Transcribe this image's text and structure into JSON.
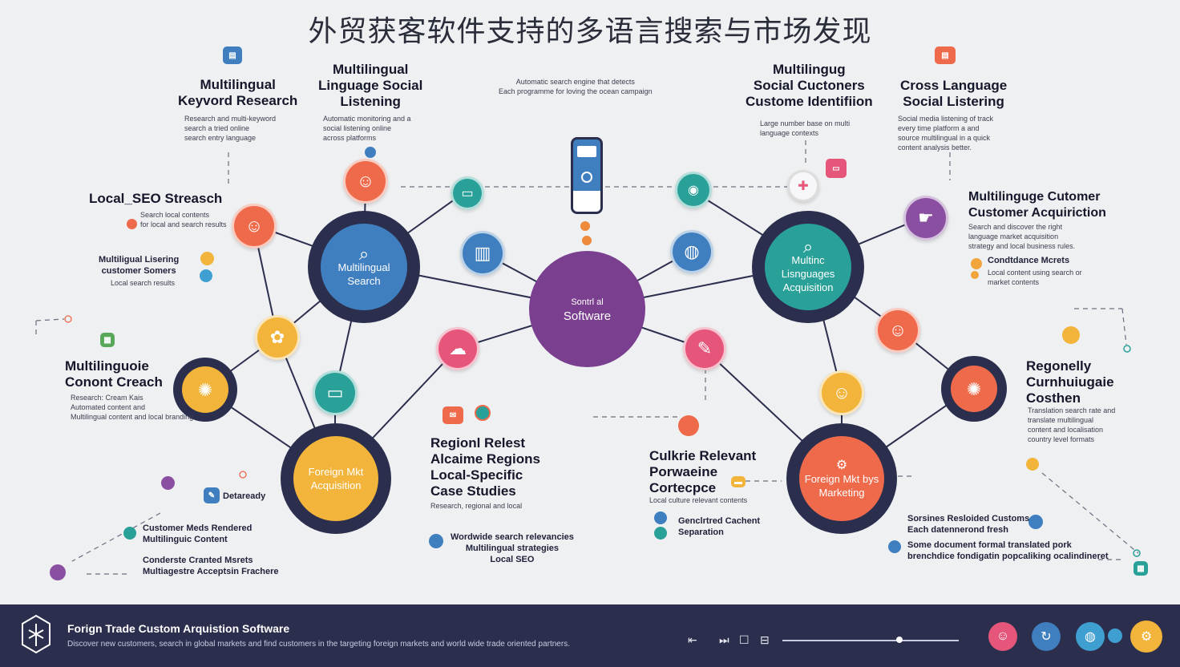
{
  "title": "外贸获客软件支持的多语言搜索与市场发现",
  "center": {
    "label": "Software",
    "sub": "Sontrl al"
  },
  "hubs": {
    "search": {
      "label": "Multilingual",
      "sub": "Search"
    },
    "acq": {
      "label": "Multinc Lisnguages",
      "sub": "Acquisition"
    },
    "foreign": {
      "label": "Foreign Mkt",
      "sub": "Acquisition"
    },
    "fragm": {
      "label": "Foreign Mkt bys",
      "sub": "Marketing"
    }
  },
  "sections": {
    "keyword": {
      "heading": "Multilingual\nKeyvord Research",
      "desc": "Research and multi-keyword\nsearch a tried online\nsearch entry language"
    },
    "lang_social": {
      "heading": "Multilingual\nLinguage Social\nListening",
      "desc": "Automatic monitoring and a\nsocial listening online\nacross platforms"
    },
    "top_desc": {
      "desc": "Automatic search engine that detects\nEach programme for loving the ocean campaign"
    },
    "social_cust": {
      "heading": "Multilingug\nSocial Cuctoners\nCustome Identifiion",
      "desc": "Large number base on multi\nlanguage contexts"
    },
    "cross": {
      "heading": "Cross Language\nSocial Listering",
      "desc": "Social media listening of track\nevery time platform a and\nsource multilingual in a quick\ncontent analysis better."
    },
    "local_seo": {
      "heading": "Local_SEO Streasch",
      "desc": "Search local contents\nfor local and search results"
    },
    "mlisten": {
      "heading": "Multiligual Lisering\ncustomer Somers",
      "desc": "Local search results"
    },
    "cust_acq": {
      "heading": "Multilinguge Cutomer\nCustomer Acquiriction",
      "desc": "Search and discover the right\nlanguage market acquisition\nstrategy and local business rules."
    },
    "cond": {
      "heading": "Condtdance Mcrets",
      "desc": "Local content using search or\nmarket contents"
    },
    "content": {
      "heading": "Multilinguoie\nConont Creach",
      "desc": "Research: Cream Kais\nAutomated content and\nMultilingual content and local branding"
    },
    "regional": {
      "heading": "Regionl Relest\nAlcaime Regions\nLocal-Specific\nCase Studies",
      "desc": "Research, regional and local"
    },
    "seo": {
      "heading": "Wordwide search relevancies\nMultilingual strategies\nLocal SEO",
      "desc": ""
    },
    "cultural": {
      "heading": "Culkrie Relevant\nPorwaeine\nCortecpce",
      "desc": "Local culture relevant contents"
    },
    "gen": {
      "heading": "Genclrtred Cachent\nSeparation",
      "desc": ""
    },
    "regionally": {
      "heading": "Regonelly\nCurnhuiugaie\nCosthen",
      "desc": "Translation search rate and\ntranslate multilingual\ncontent and localisation\ncountry level formats"
    },
    "bottom_left1": {
      "heading": "Customer Meds Rendered\nMultilinguic Content",
      "desc": ""
    },
    "bottom_left2": {
      "heading": "Conderste Cranted Msrets\nMultiagestre Acceptsin Frachere",
      "desc": ""
    },
    "bottom_right1": {
      "heading": "Sorsines Resloided Customs\nEach datennerond fresh",
      "desc": ""
    },
    "bottom_right2": {
      "heading": "Some document formal translated pork\nbrenchdice fondigatin popcaliking ocalindineret",
      "desc": ""
    },
    "dataready": {
      "heading": "Detaready",
      "desc": ""
    }
  },
  "footer": {
    "title": "Forign Trade Custom Arquistion Software",
    "subtitle": "Discover new customers, search in global markets and find customers in the targeting foreign markets and world wide trade oriented partners.",
    "controls": [
      "⇤",
      "⏭",
      "☐",
      "⊟"
    ]
  },
  "colors": {
    "navy": "#2b2f4d",
    "blue": "#3f7fc0",
    "teal": "#2aa198",
    "orange": "#ef6a4b",
    "yellow": "#f2b43a",
    "purple": "#8a4fa0",
    "pink": "#e5567a"
  },
  "icons": [
    "search-icon",
    "globe-icon",
    "chart-icon",
    "gear-icon",
    "brain-icon",
    "phone-icon",
    "chat-icon"
  ]
}
